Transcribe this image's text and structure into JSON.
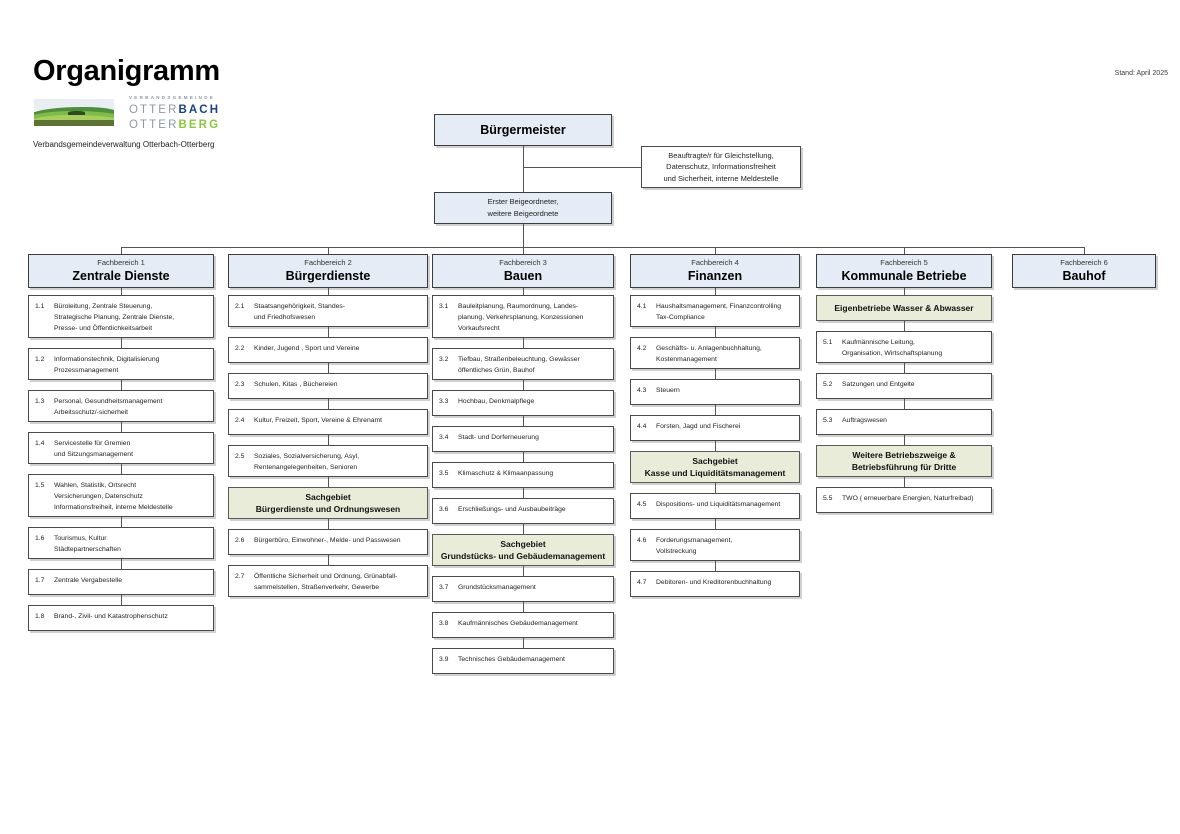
{
  "header": {
    "title": "Organigramm",
    "stand": "Stand: April 2025",
    "subtitle": "Verbandsgemeindeverwaltung Otterbach-Otterberg",
    "logo": {
      "kicker": "VERBANDSGEMEINDE",
      "line1_a": "OTTER",
      "line1_b": "BACH",
      "line2_a": "OTTER",
      "line2_b": "BERG",
      "brand_blue": "#19427e",
      "brand_green": "#8cc63e"
    }
  },
  "colors": {
    "box_blue": "#e5ecf5",
    "box_green": "#e8ecd8",
    "border": "#4a4a4a",
    "line": "#555555"
  },
  "top": {
    "mayor": "Bürgermeister",
    "deputy_line1": "Erster Beigeordneter,",
    "deputy_line2": "weitere Beigeordnete",
    "officer_line1": "Beauftragte/r für Gleichstellung,",
    "officer_line2": "Datenschutz, Informationsfreiheit",
    "officer_line3": "und Sicherheit, interne Meldestelle"
  },
  "departments": [
    {
      "kicker": "Fachbereich 1",
      "name": "Zentrale Dienste",
      "nodes": [
        {
          "kind": "item",
          "num": "1.1",
          "lines": [
            "Büroleitung, Zentrale Steuerung,",
            "Strategische Planung, Zentrale Dienste,",
            "Presse- und Öffentlichkeitsarbeit"
          ]
        },
        {
          "kind": "item",
          "num": "1.2",
          "lines": [
            "Informationstechnik, Digitalisierung",
            "Prozessmanagement"
          ]
        },
        {
          "kind": "item",
          "num": "1.3",
          "lines": [
            "Personal, Gesundheitsmanagement",
            "Arbeitsschutz/-sicherheit"
          ]
        },
        {
          "kind": "item",
          "num": "1.4",
          "lines": [
            "Servicestelle für Gremien",
            "und Sitzungsmanagement"
          ]
        },
        {
          "kind": "item",
          "num": "1.5",
          "lines": [
            "Wahlen, Statistik, Ortsrecht",
            "Versicherungen, Datenschutz",
            "Informationsfreiheit, interne Meldestelle"
          ]
        },
        {
          "kind": "item",
          "num": "1.6",
          "lines": [
            "Tourismus, Kultur",
            "Städtepartnerschaften"
          ]
        },
        {
          "kind": "item",
          "num": "1.7",
          "lines": [
            "Zentrale Vergabestelle"
          ]
        },
        {
          "kind": "item",
          "num": "1.8",
          "lines": [
            "Brand-, Zivil- und Katastrophenschutz"
          ]
        }
      ]
    },
    {
      "kicker": "Fachbereich 2",
      "name": "Bürgerdienste",
      "nodes": [
        {
          "kind": "item",
          "num": "2.1",
          "lines": [
            "Staatsangehörigkeit, Standes-",
            "und  Friedhofswesen"
          ]
        },
        {
          "kind": "item",
          "num": "2.2",
          "lines": [
            "Kinder, Jugend , Sport und Vereine"
          ]
        },
        {
          "kind": "item",
          "num": "2.3",
          "lines": [
            "Schulen, Kitas , Büchereien"
          ]
        },
        {
          "kind": "item",
          "num": "2.4",
          "lines": [
            "Kultur, Freizeit, Sport, Vereine & Ehrenamt"
          ]
        },
        {
          "kind": "item",
          "num": "2.5",
          "lines": [
            "Soziales, Sozialversicherung, Asyl,",
            "Rentenangelegenheiten, Senioren"
          ]
        },
        {
          "kind": "sg",
          "lines": [
            "Sachgebiet",
            "Bürgerdienste und Ordnungswesen"
          ]
        },
        {
          "kind": "item",
          "num": "2.6",
          "lines": [
            "Bürgerbüro, Einwohner-, Melde- und Passwesen"
          ]
        },
        {
          "kind": "item",
          "num": "2.7",
          "lines": [
            "Öffentliche Sicherheit und Ordnung, Grünabfall-",
            "sammelstellen, Straßenverkehr, Gewerbe"
          ]
        }
      ]
    },
    {
      "kicker": "Fachbereich 3",
      "name": "Bauen",
      "nodes": [
        {
          "kind": "item",
          "num": "3.1",
          "lines": [
            "Bauleitplanung, Raumordnung, Landes-",
            "planung, Verkehrsplanung, Konzessionen",
            "Vorkaufsrecht"
          ]
        },
        {
          "kind": "item",
          "num": "3.2",
          "lines": [
            "Tiefbau, Straßenbeleuchtung, Gewässer",
            "öffentliches Grün, Bauhof"
          ]
        },
        {
          "kind": "item",
          "num": "3.3",
          "lines": [
            "Hochbau, Denkmalpflege"
          ]
        },
        {
          "kind": "item",
          "num": "3.4",
          "lines": [
            "Stadt- und Dorferneuerung"
          ]
        },
        {
          "kind": "item",
          "num": "3.5",
          "lines": [
            "Klimaschutz & Klimaanpassung"
          ]
        },
        {
          "kind": "item",
          "num": "3.6",
          "lines": [
            "Erschließungs- und Ausbaubeiträge"
          ]
        },
        {
          "kind": "sg",
          "lines": [
            "Sachgebiet",
            "Grundstücks- und Gebäudemanagement"
          ]
        },
        {
          "kind": "item",
          "num": "3.7",
          "lines": [
            "Grundstücksmanagement"
          ]
        },
        {
          "kind": "item",
          "num": "3.8",
          "lines": [
            "Kaufmännisches Gebäudemanagement"
          ]
        },
        {
          "kind": "item",
          "num": "3.9",
          "lines": [
            "Technisches  Gebäudemanagement"
          ]
        }
      ]
    },
    {
      "kicker": "Fachbereich 4",
      "name": "Finanzen",
      "nodes": [
        {
          "kind": "item",
          "num": "4.1",
          "lines": [
            "Haushaltsmanagement,  Finanzcontrolling",
            "Tax-Compliance"
          ]
        },
        {
          "kind": "item",
          "num": "4.2",
          "lines": [
            "Geschäfts- u. Anlagenbuchhaltung,",
            "Kostenmanagement"
          ]
        },
        {
          "kind": "item",
          "num": "4.3",
          "lines": [
            "Steuern"
          ]
        },
        {
          "kind": "item",
          "num": "4.4",
          "lines": [
            "Forsten, Jagd und Fischerei"
          ]
        },
        {
          "kind": "sg",
          "lines": [
            "Sachgebiet",
            "Kasse und Liquiditätsmanagement"
          ]
        },
        {
          "kind": "item",
          "num": "4.5",
          "lines": [
            "Dispositions- und Liquiditätsmanagement"
          ]
        },
        {
          "kind": "item",
          "num": "4.6",
          "lines": [
            "Forderungsmanagement,",
            "Vollstreckung"
          ]
        },
        {
          "kind": "item",
          "num": "4.7",
          "lines": [
            "Debitoren- und Kreditorenbuchhaltung"
          ]
        }
      ]
    },
    {
      "kicker": "Fachbereich 5",
      "name": "Kommunale Betriebe",
      "nodes": [
        {
          "kind": "sg",
          "lines": [
            "Eigenbetriebe Wasser & Abwasser"
          ]
        },
        {
          "kind": "item",
          "num": "5.1",
          "lines": [
            "Kaufmännische Leitung,",
            "Organisation, Wirtschaftsplanung"
          ]
        },
        {
          "kind": "item",
          "num": "5.2",
          "lines": [
            "Satzungen und Entgelte"
          ]
        },
        {
          "kind": "item",
          "num": "5.3",
          "lines": [
            "Auftragswesen"
          ]
        },
        {
          "kind": "sg",
          "lines": [
            "Weitere Betriebszweige &",
            "Betriebsführung für Dritte"
          ]
        },
        {
          "kind": "item",
          "num": "5.5",
          "lines": [
            "TWO ( erneuerbare Energien, Naturfreibad)"
          ]
        }
      ]
    },
    {
      "kicker": "Fachbereich 6",
      "name": "Bauhof",
      "nodes": []
    }
  ]
}
